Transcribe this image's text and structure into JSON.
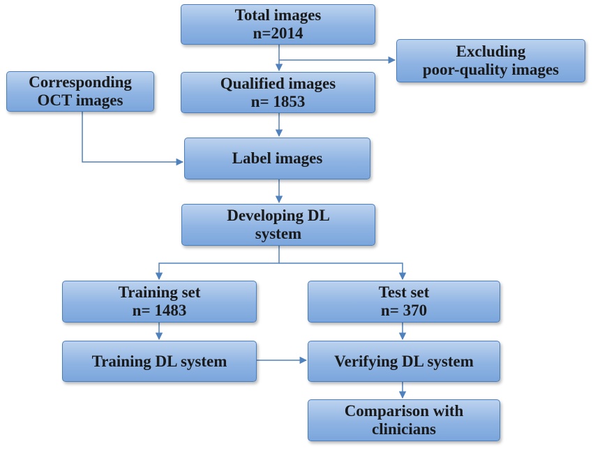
{
  "nodes": {
    "total_images": {
      "line1": "Total images",
      "line2": "n=2014"
    },
    "excluding": {
      "line1": "Excluding",
      "line2": "poor-quality images"
    },
    "corresponding_oct": {
      "line1": "Corresponding",
      "line2": "OCT images"
    },
    "qualified_images": {
      "line1": "Qualified images",
      "line2": "n= 1853"
    },
    "label_images": {
      "line1": "Label images"
    },
    "developing_dl": {
      "line1": "Developing DL",
      "line2": "system"
    },
    "training_set": {
      "line1": "Training set",
      "line2": "n= 1483"
    },
    "test_set": {
      "line1": "Test set",
      "line2": "n= 370"
    },
    "training_dl": {
      "line1": "Training DL system"
    },
    "verifying_dl": {
      "line1": "Verifying DL system"
    },
    "comparison": {
      "line1": "Comparison with",
      "line2": "clinicians"
    }
  },
  "colors": {
    "box_border": "#4a7ebb",
    "box_fill_top": "#bcd2ee",
    "box_fill_bottom": "#7ba6dc",
    "connector": "#4f81bd"
  },
  "edges": [
    {
      "from": "total_images",
      "to": "qualified_images"
    },
    {
      "from": "total_images",
      "to": "excluding"
    },
    {
      "from": "qualified_images",
      "to": "label_images"
    },
    {
      "from": "corresponding_oct",
      "to": "label_images"
    },
    {
      "from": "label_images",
      "to": "developing_dl"
    },
    {
      "from": "developing_dl",
      "to": "training_set"
    },
    {
      "from": "developing_dl",
      "to": "test_set"
    },
    {
      "from": "training_set",
      "to": "training_dl"
    },
    {
      "from": "test_set",
      "to": "verifying_dl"
    },
    {
      "from": "training_dl",
      "to": "verifying_dl"
    },
    {
      "from": "verifying_dl",
      "to": "comparison"
    }
  ]
}
